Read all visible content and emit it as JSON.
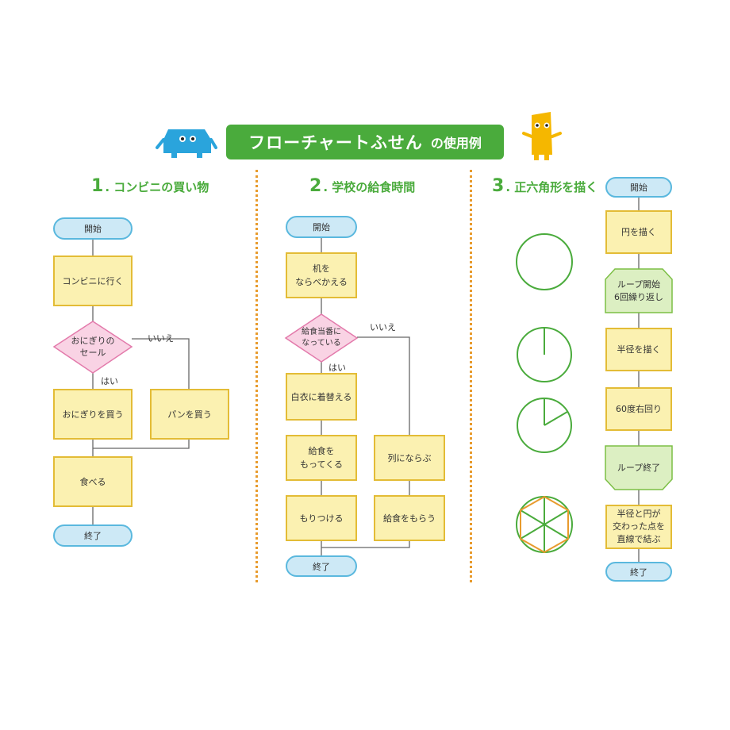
{
  "title": {
    "main": "フローチャートふせん",
    "suffix": "の使用例"
  },
  "sections": [
    {
      "num": "1",
      "title": ". コンビニの買い物"
    },
    {
      "num": "2",
      "title": ". 学校の給食時間"
    },
    {
      "num": "3",
      "title": ". 正六角形を描く"
    }
  ],
  "flow1": {
    "start": "開始",
    "step1": "コンビニに行く",
    "decision": "おにぎりの\nセール",
    "yes": "はい",
    "no": "いいえ",
    "yes_action": "おにぎりを買う",
    "no_action": "パンを買う",
    "step2": "食べる",
    "end": "終了"
  },
  "flow2": {
    "start": "開始",
    "step1": "机を\nならべかえる",
    "decision": "給食当番に\nなっている",
    "yes": "はい",
    "no": "いいえ",
    "yes_1": "白衣に着替える",
    "yes_2": "給食を\nもってくる",
    "yes_3": "もりつける",
    "no_1": "列にならぶ",
    "no_2": "給食をもらう",
    "end": "終了"
  },
  "flow3": {
    "start": "開始",
    "step1": "円を描く",
    "loop_start": "ループ開始\n6回繰り返し",
    "step2": "半径を描く",
    "step3": "60度右回り",
    "loop_end": "ループ終了",
    "step4": "半径と円が\n交わった点を\n直線で結ぶ",
    "end": "終了"
  },
  "colors": {
    "brand_green": "#4aab3c",
    "divider_orange": "#e89b2d",
    "process_fill": "#fbf1b1",
    "process_border": "#e3bc36",
    "terminal_fill": "#cde9f6",
    "terminal_border": "#5ab8de",
    "decision_fill": "#f9d3e4",
    "decision_border": "#e37aab",
    "loop_fill": "#dcefc2",
    "loop_border": "#7cbf45",
    "mascot_blue": "#2aa4dc",
    "mascot_yellow": "#f5b700"
  },
  "icons": [
    "blue-block-mascot",
    "yellow-block-mascot"
  ]
}
